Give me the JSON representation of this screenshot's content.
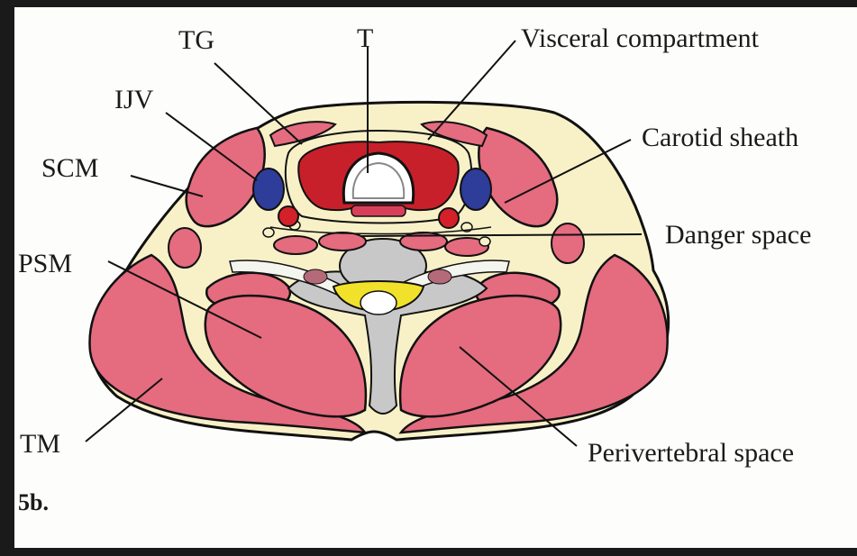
{
  "figure": {
    "caption": "5b.",
    "labels": {
      "tg": "TG",
      "t": "T",
      "visceral": "Visceral compartment",
      "ijv": "IJV",
      "carotid": "Carotid sheath",
      "scm": "SCM",
      "danger": "Danger space",
      "psm": "PSM",
      "tm": "TM",
      "perivertebral": "Perivertebral space"
    }
  },
  "colors": {
    "background_frame": "#1a1a1a",
    "panel": "#fdfdfb",
    "fascia_fill": "#f8f1c8",
    "muscle": "#e56b7f",
    "thyroid": "#c8202a",
    "vein": "#2e3c9a",
    "artery": "#d42028",
    "bone": "#c8c8c8",
    "cord_canal": "#f2e12a",
    "outline": "#111111"
  }
}
